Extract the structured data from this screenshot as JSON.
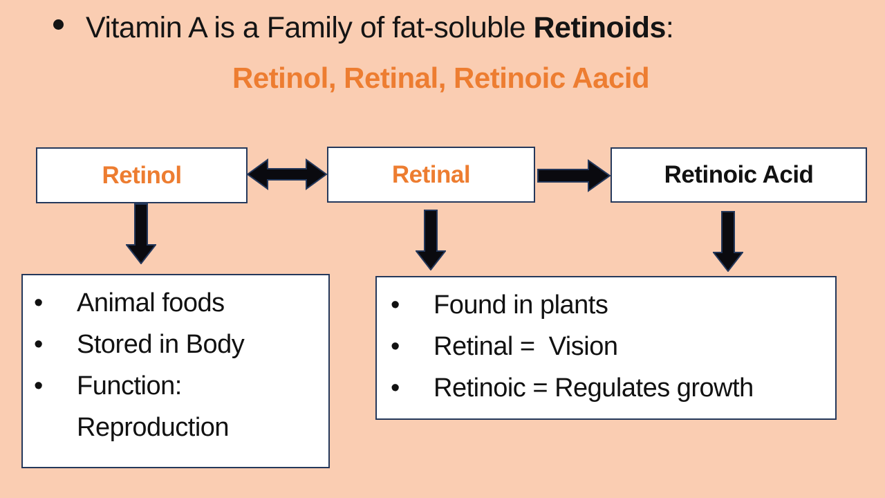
{
  "title": {
    "normal": "Vitamin A is a Family of fat-soluble ",
    "bold": "Retinoids",
    "suffix": ":"
  },
  "subtitle": "Retinol, Retinal, Retinoic Aacid",
  "flow": {
    "retinol": "Retinol",
    "retinal": "Retinal",
    "retinoic_acid": "Retinoic Acid"
  },
  "bullet_char": "•",
  "retinol_details": {
    "items": [
      {
        "text": "Animal foods"
      },
      {
        "text": "Stored in Body"
      },
      {
        "text": "Function:"
      },
      {
        "text": "Reproduction",
        "continuation": true
      }
    ]
  },
  "retinal_retinoic_details": {
    "items": [
      {
        "text": "Found in plants"
      },
      {
        "text": "Retinal =  Vision"
      },
      {
        "text": "Retinoic = Regulates growth"
      }
    ]
  },
  "colors": {
    "background": "#FACDB2",
    "accent_orange": "#ED7D31",
    "box_border": "#24385B",
    "arrow_fill": "#0A0A0F",
    "text": "#141414"
  }
}
